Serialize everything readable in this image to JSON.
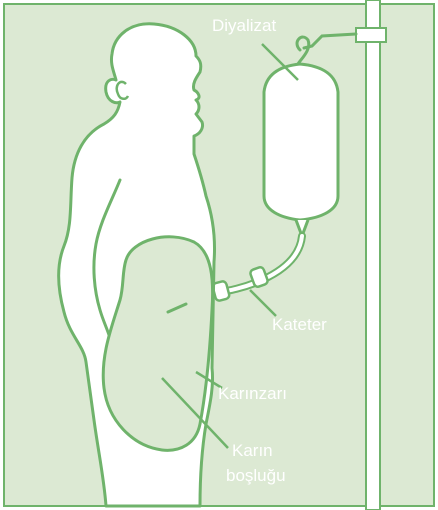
{
  "colors": {
    "background": "#dce9d3",
    "figure": "#ffffff",
    "outline": "#6fb36b",
    "text": "#ffffff"
  },
  "labels": {
    "dialysate": "Diyalizat",
    "catheter": "Kateter",
    "peritoneum": "Karınzarı",
    "cavity_line1": "Karın",
    "cavity_line2": "boşluğu"
  }
}
